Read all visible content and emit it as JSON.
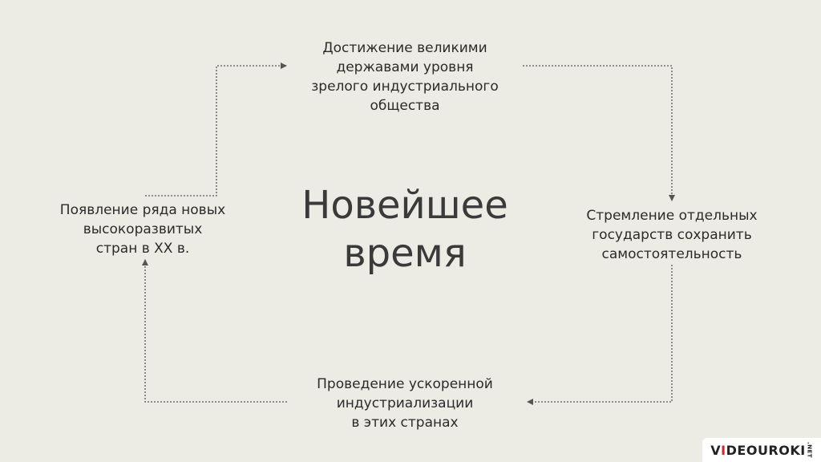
{
  "diagram": {
    "center_title": "Новейшее\nвремя",
    "nodes": {
      "top": "Достижение великими\nдержавами уровня\nзрелого индустриального\nобщества",
      "right": "Стремление отдельных\nгосударств сохранить\nсамостоятельность",
      "bottom": "Проведение ускоренной\nиндустриализации\nв этих странах",
      "left": "Появление ряда новых\nвысокоразвитых\nстран в XX в."
    },
    "connector_color": "#555555"
  },
  "logo": {
    "part1": "V",
    "accent": "I",
    "part2": "DEOUROKI",
    "suffix": ".NET"
  }
}
